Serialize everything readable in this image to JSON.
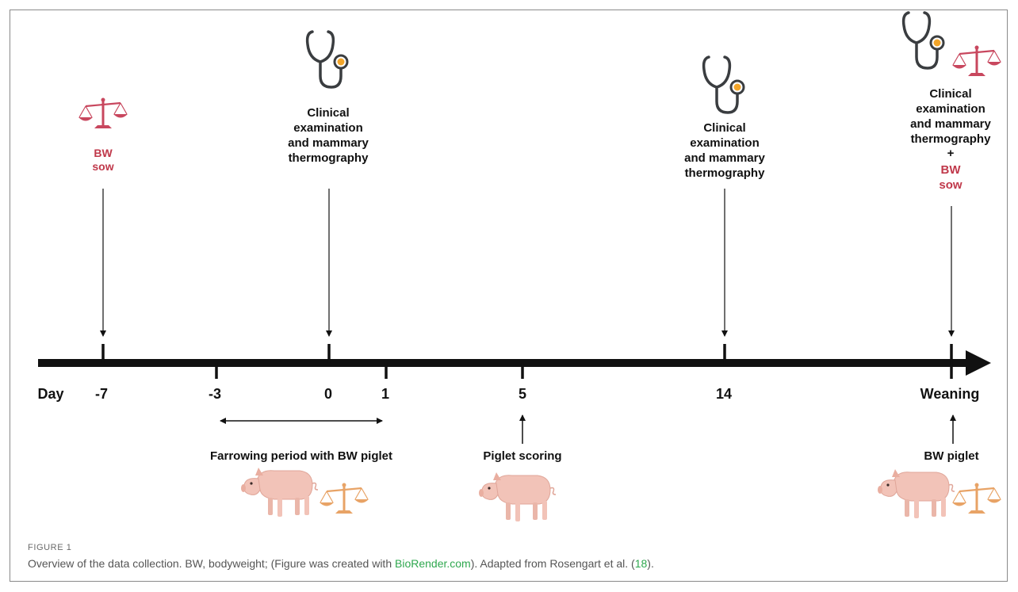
{
  "figure": {
    "timeline": {
      "day_label": "Day",
      "ticks": [
        "-7",
        "-3",
        "0",
        "1",
        "5",
        "14",
        "Weaning"
      ]
    },
    "events": {
      "bw_sow": [
        "BW",
        "sow"
      ],
      "exam_day0": [
        "Clinical",
        "examination",
        "and mammary",
        "thermography"
      ],
      "exam_day14": [
        "Clinical",
        "examination",
        "and mammary",
        "thermography"
      ],
      "exam_weaning": [
        "Clinical",
        "examination",
        "and mammary",
        "thermography",
        "+"
      ],
      "weaning_bw_sow": [
        "BW",
        "sow"
      ],
      "farrowing": "Farrowing period with BW piglet",
      "piglet_scoring": "Piglet scoring",
      "bw_piglet": "BW piglet"
    },
    "icons": [
      "scale-icon",
      "stethoscope-icon",
      "piglet-icon"
    ],
    "colors": {
      "sow_red": "#c0394b",
      "scale_pink": "#c8475e",
      "scale_orange": "#e8a366",
      "stethoscope_gray": "#3a3d40",
      "stethoscope_orange": "#f2a52a",
      "piglet_pink": "#f2c3b8",
      "link_green": "#2fa84f"
    }
  },
  "caption": {
    "label": "FIGURE 1",
    "text_before": "Overview of the data collection. BW, bodyweight; (Figure was created with ",
    "link": "BioRender.com",
    "text_middle": "). Adapted from Rosengart et al. (",
    "ref": "18",
    "text_after": ")."
  }
}
